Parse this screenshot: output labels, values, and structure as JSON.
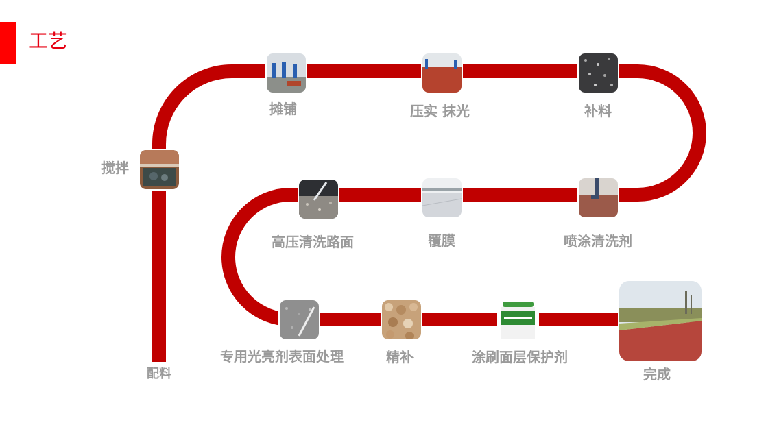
{
  "header": {
    "title": "工艺"
  },
  "colors": {
    "accent": "#ff0000",
    "track": "#c00000",
    "label": "#9a9a9a",
    "title": "#e60012"
  },
  "steps": [
    {
      "id": "mix",
      "label": "搅拌",
      "icon": "mixer-photo"
    },
    {
      "id": "spread",
      "label": "摊铺",
      "icon": "workers-spreading-photo"
    },
    {
      "id": "compact",
      "label": "压实 抹光",
      "icon": "red-pavement-photo"
    },
    {
      "id": "patch",
      "label": "补料",
      "icon": "gravel-closeup-photo"
    },
    {
      "id": "spray-cleaner",
      "label": "喷涂清洗剂",
      "icon": "spraying-pavement-photo"
    },
    {
      "id": "film",
      "label": "覆膜",
      "icon": "film-covered-road-photo"
    },
    {
      "id": "wash",
      "label": "高压清洗路面",
      "icon": "pressure-washing-photo"
    },
    {
      "id": "brighten",
      "label": "专用光亮剂表面处理",
      "icon": "surface-treatment-photo"
    },
    {
      "id": "fine-patch",
      "label": "精补",
      "icon": "stones-closeup-photo"
    },
    {
      "id": "coat",
      "label": "涂刷面层保护剂",
      "icon": "sealant-bucket-photo"
    },
    {
      "id": "done",
      "label": "完成",
      "icon": "finished-red-path-photo"
    },
    {
      "id": "batch",
      "label": "配料",
      "icon": ""
    }
  ]
}
